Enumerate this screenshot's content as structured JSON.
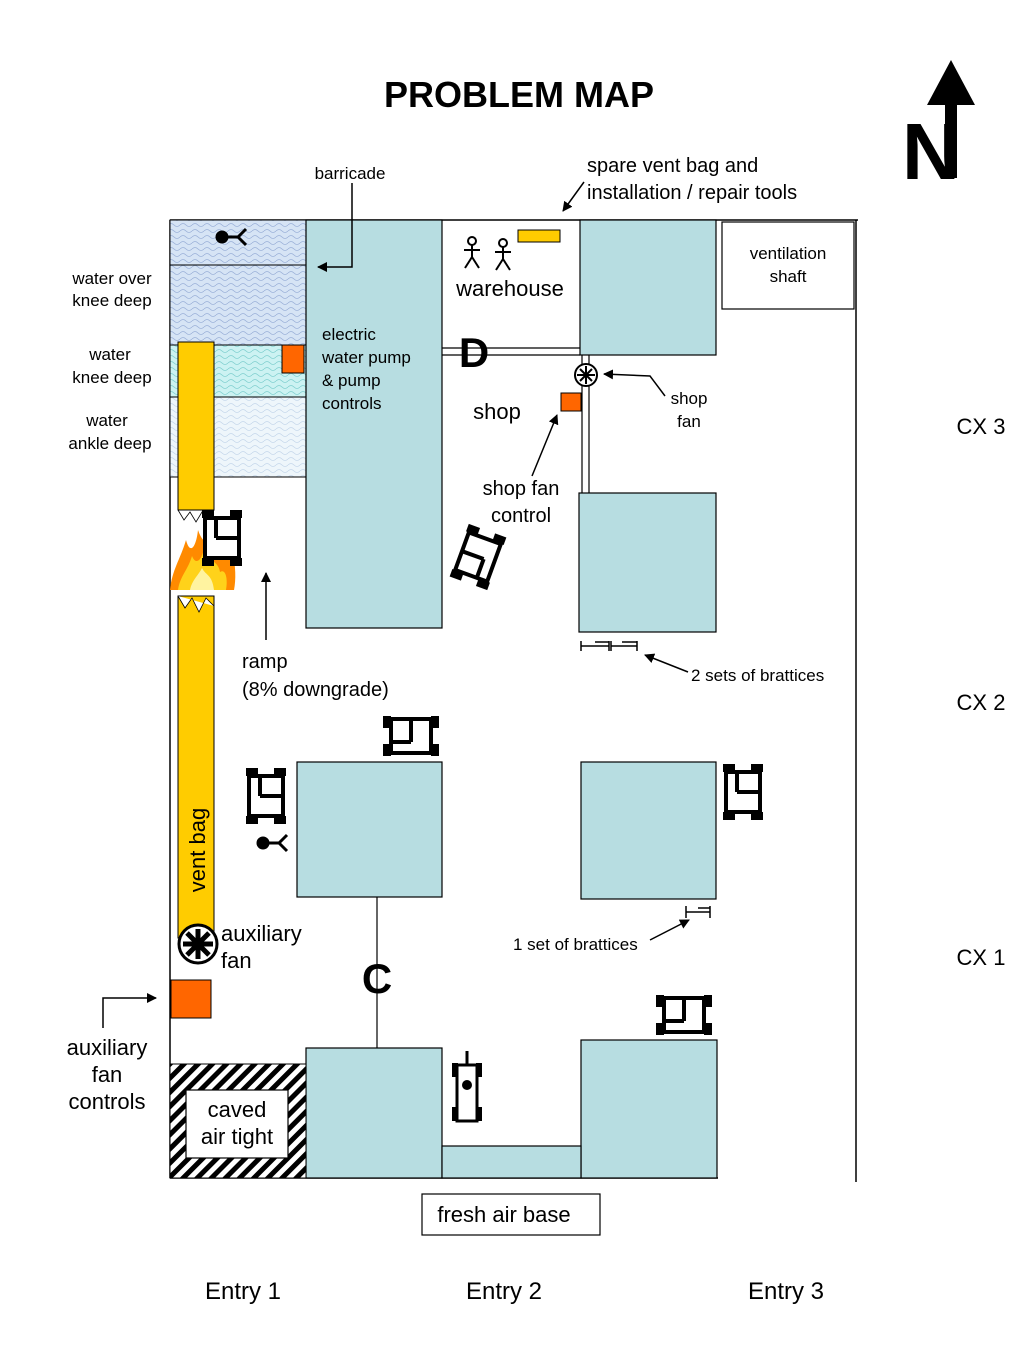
{
  "title": "PROBLEM MAP",
  "compass": {
    "letter": "N"
  },
  "colors": {
    "pillar": "#b7dde1",
    "vent_bag": "#ffcc00",
    "control_box": "#ff6600",
    "water_deep": "#d6e4f5",
    "water_knee": "#ccf2f2",
    "water_ankle": "#eef6fb"
  },
  "labels": {
    "barricade": "barricade",
    "spare_vent_bag_l1": "spare vent bag and",
    "spare_vent_bag_l2": "installation / repair tools",
    "ventilation_shaft_l1": "ventilation",
    "ventilation_shaft_l2": "shaft",
    "water_over_knee_l1": "water over",
    "water_over_knee_l2": "knee deep",
    "water_knee_l1": "water",
    "water_knee_l2": "knee deep",
    "water_ankle_l1": "water",
    "water_ankle_l2": "ankle deep",
    "pump_l1": "electric",
    "pump_l2": "water pump",
    "pump_l3": "& pump",
    "pump_l4": "controls",
    "warehouse": "warehouse",
    "crosscut_d": "D",
    "shop": "shop",
    "shop_fan_l1": "shop",
    "shop_fan_l2": "fan",
    "shop_fan_control_l1": "shop fan",
    "shop_fan_control_l2": "control",
    "ramp_l1": "ramp",
    "ramp_l2": "(8% downgrade)",
    "brattices_2": "2 sets of brattices",
    "brattices_1": "1 set of brattices",
    "vent_bag": "vent bag",
    "auxiliary_fan_l1": "auxiliary",
    "auxiliary_fan_l2": "fan",
    "crosscut_c": "C",
    "aux_controls_l1": "auxiliary",
    "aux_controls_l2": "fan",
    "aux_controls_l3": "controls",
    "caved_l1": "caved",
    "caved_l2": "air tight",
    "fresh_air_base": "fresh air base"
  },
  "crosscuts": [
    "CX 3",
    "CX 2",
    "CX 1"
  ],
  "entries": [
    "Entry 1",
    "Entry 2",
    "Entry 3"
  ],
  "icons": [
    "north-arrow-icon",
    "person-standing-icon",
    "person-down-icon",
    "mine-vehicle-icon",
    "fire-icon",
    "fan-icon",
    "brattice-icon"
  ]
}
